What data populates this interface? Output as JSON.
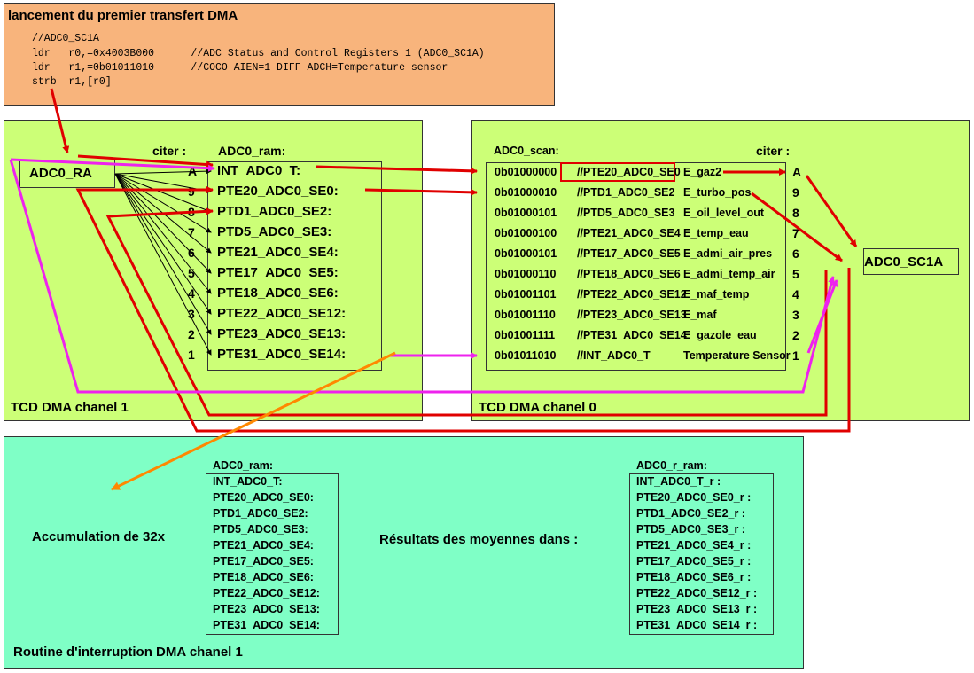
{
  "code": {
    "title": "lancement du premier transfert DMA",
    "lines": [
      "//ADC0_SC1A",
      "ldr   r0,=0x4003B000      //ADC Status and Control Registers 1 (ADC0_SC1A)",
      "ldr   r1,=0b01011010      //COCO AIEN=1 DIFF ADCH=Temperature sensor",
      "strb  r1,[r0]"
    ]
  },
  "ch1": {
    "title": "TCD DMA chanel 1",
    "ra_label": "ADC0_RA",
    "citer_label": "citer :",
    "ram_label": "ADC0_ram:",
    "citer_values": [
      "A",
      "9",
      "8",
      "7",
      "6",
      "5",
      "4",
      "3",
      "2",
      "1"
    ],
    "ram_items": [
      "INT_ADC0_T:",
      "PTE20_ADC0_SE0:",
      "PTD1_ADC0_SE2:",
      "PTD5_ADC0_SE3:",
      "PTE21_ADC0_SE4:",
      "PTE17_ADC0_SE5:",
      "PTE18_ADC0_SE6:",
      "PTE22_ADC0_SE12:",
      "PTE23_ADC0_SE13:",
      "PTE31_ADC0_SE14:"
    ]
  },
  "ch0": {
    "title": "TCD DMA chanel 0",
    "scan_label": "ADC0_scan:",
    "citer_label": "citer :",
    "sc1a_label": "ADC0_SC1A",
    "citer_values": [
      "A",
      "9",
      "8",
      "7",
      "6",
      "5",
      "4",
      "3",
      "2",
      "1"
    ],
    "rows": [
      {
        "bin": "0b01000000",
        "name": "//PTE20_ADC0_SE0",
        "var": "E_gaz2"
      },
      {
        "bin": "0b01000010",
        "name": "//PTD1_ADC0_SE2",
        "var": "E_turbo_pos"
      },
      {
        "bin": "0b01000101",
        "name": "//PTD5_ADC0_SE3",
        "var": "E_oil_level_out"
      },
      {
        "bin": "0b01000100",
        "name": "//PTE21_ADC0_SE4",
        "var": "E_temp_eau"
      },
      {
        "bin": "0b01000101",
        "name": "//PTE17_ADC0_SE5",
        "var": "E_admi_air_pres"
      },
      {
        "bin": "0b01000110",
        "name": "//PTE18_ADC0_SE6",
        "var": "E_admi_temp_air"
      },
      {
        "bin": "0b01001101",
        "name": "//PTE22_ADC0_SE12",
        "var": "E_maf_temp"
      },
      {
        "bin": "0b01001110",
        "name": "//PTE23_ADC0_SE13",
        "var": "E_maf"
      },
      {
        "bin": "0b01001111",
        "name": "//PTE31_ADC0_SE14",
        "var": "E_gazole_eau"
      },
      {
        "bin": "0b01011010",
        "name": "//INT_ADC0_T",
        "var": "Temperature Sensor"
      }
    ]
  },
  "irq": {
    "title": "Routine d'interruption DMA chanel 1",
    "accum_label": "Accumulation de 32x",
    "results_label": "Résultats des moyennes dans :",
    "ram_label": "ADC0_ram:",
    "rram_label": "ADC0_r_ram:",
    "ram_items": [
      "INT_ADC0_T:",
      "PTE20_ADC0_SE0:",
      "PTD1_ADC0_SE2:",
      "PTD5_ADC0_SE3:",
      "PTE21_ADC0_SE4:",
      "PTE17_ADC0_SE5:",
      "PTE18_ADC0_SE6:",
      "PTE22_ADC0_SE12:",
      "PTE23_ADC0_SE13:",
      "PTE31_ADC0_SE14:"
    ],
    "rram_items": [
      "INT_ADC0_T_r :",
      "PTE20_ADC0_SE0_r :",
      "PTD1_ADC0_SE2_r :",
      "PTD5_ADC0_SE3_r :",
      "PTE21_ADC0_SE4_r :",
      "PTE17_ADC0_SE5_r :",
      "PTE18_ADC0_SE6_r :",
      "PTE22_ADC0_SE12_r :",
      "PTE23_ADC0_SE13_r :",
      "PTE31_ADC0_SE14_r :"
    ]
  },
  "colors": {
    "code_bg": "#f8b47c",
    "tcd_bg": "#ccff77",
    "irq_bg": "#7fffc6",
    "arrow_red": "#e00000",
    "arrow_magenta": "#ee22ee",
    "arrow_orange": "#ff8800"
  }
}
